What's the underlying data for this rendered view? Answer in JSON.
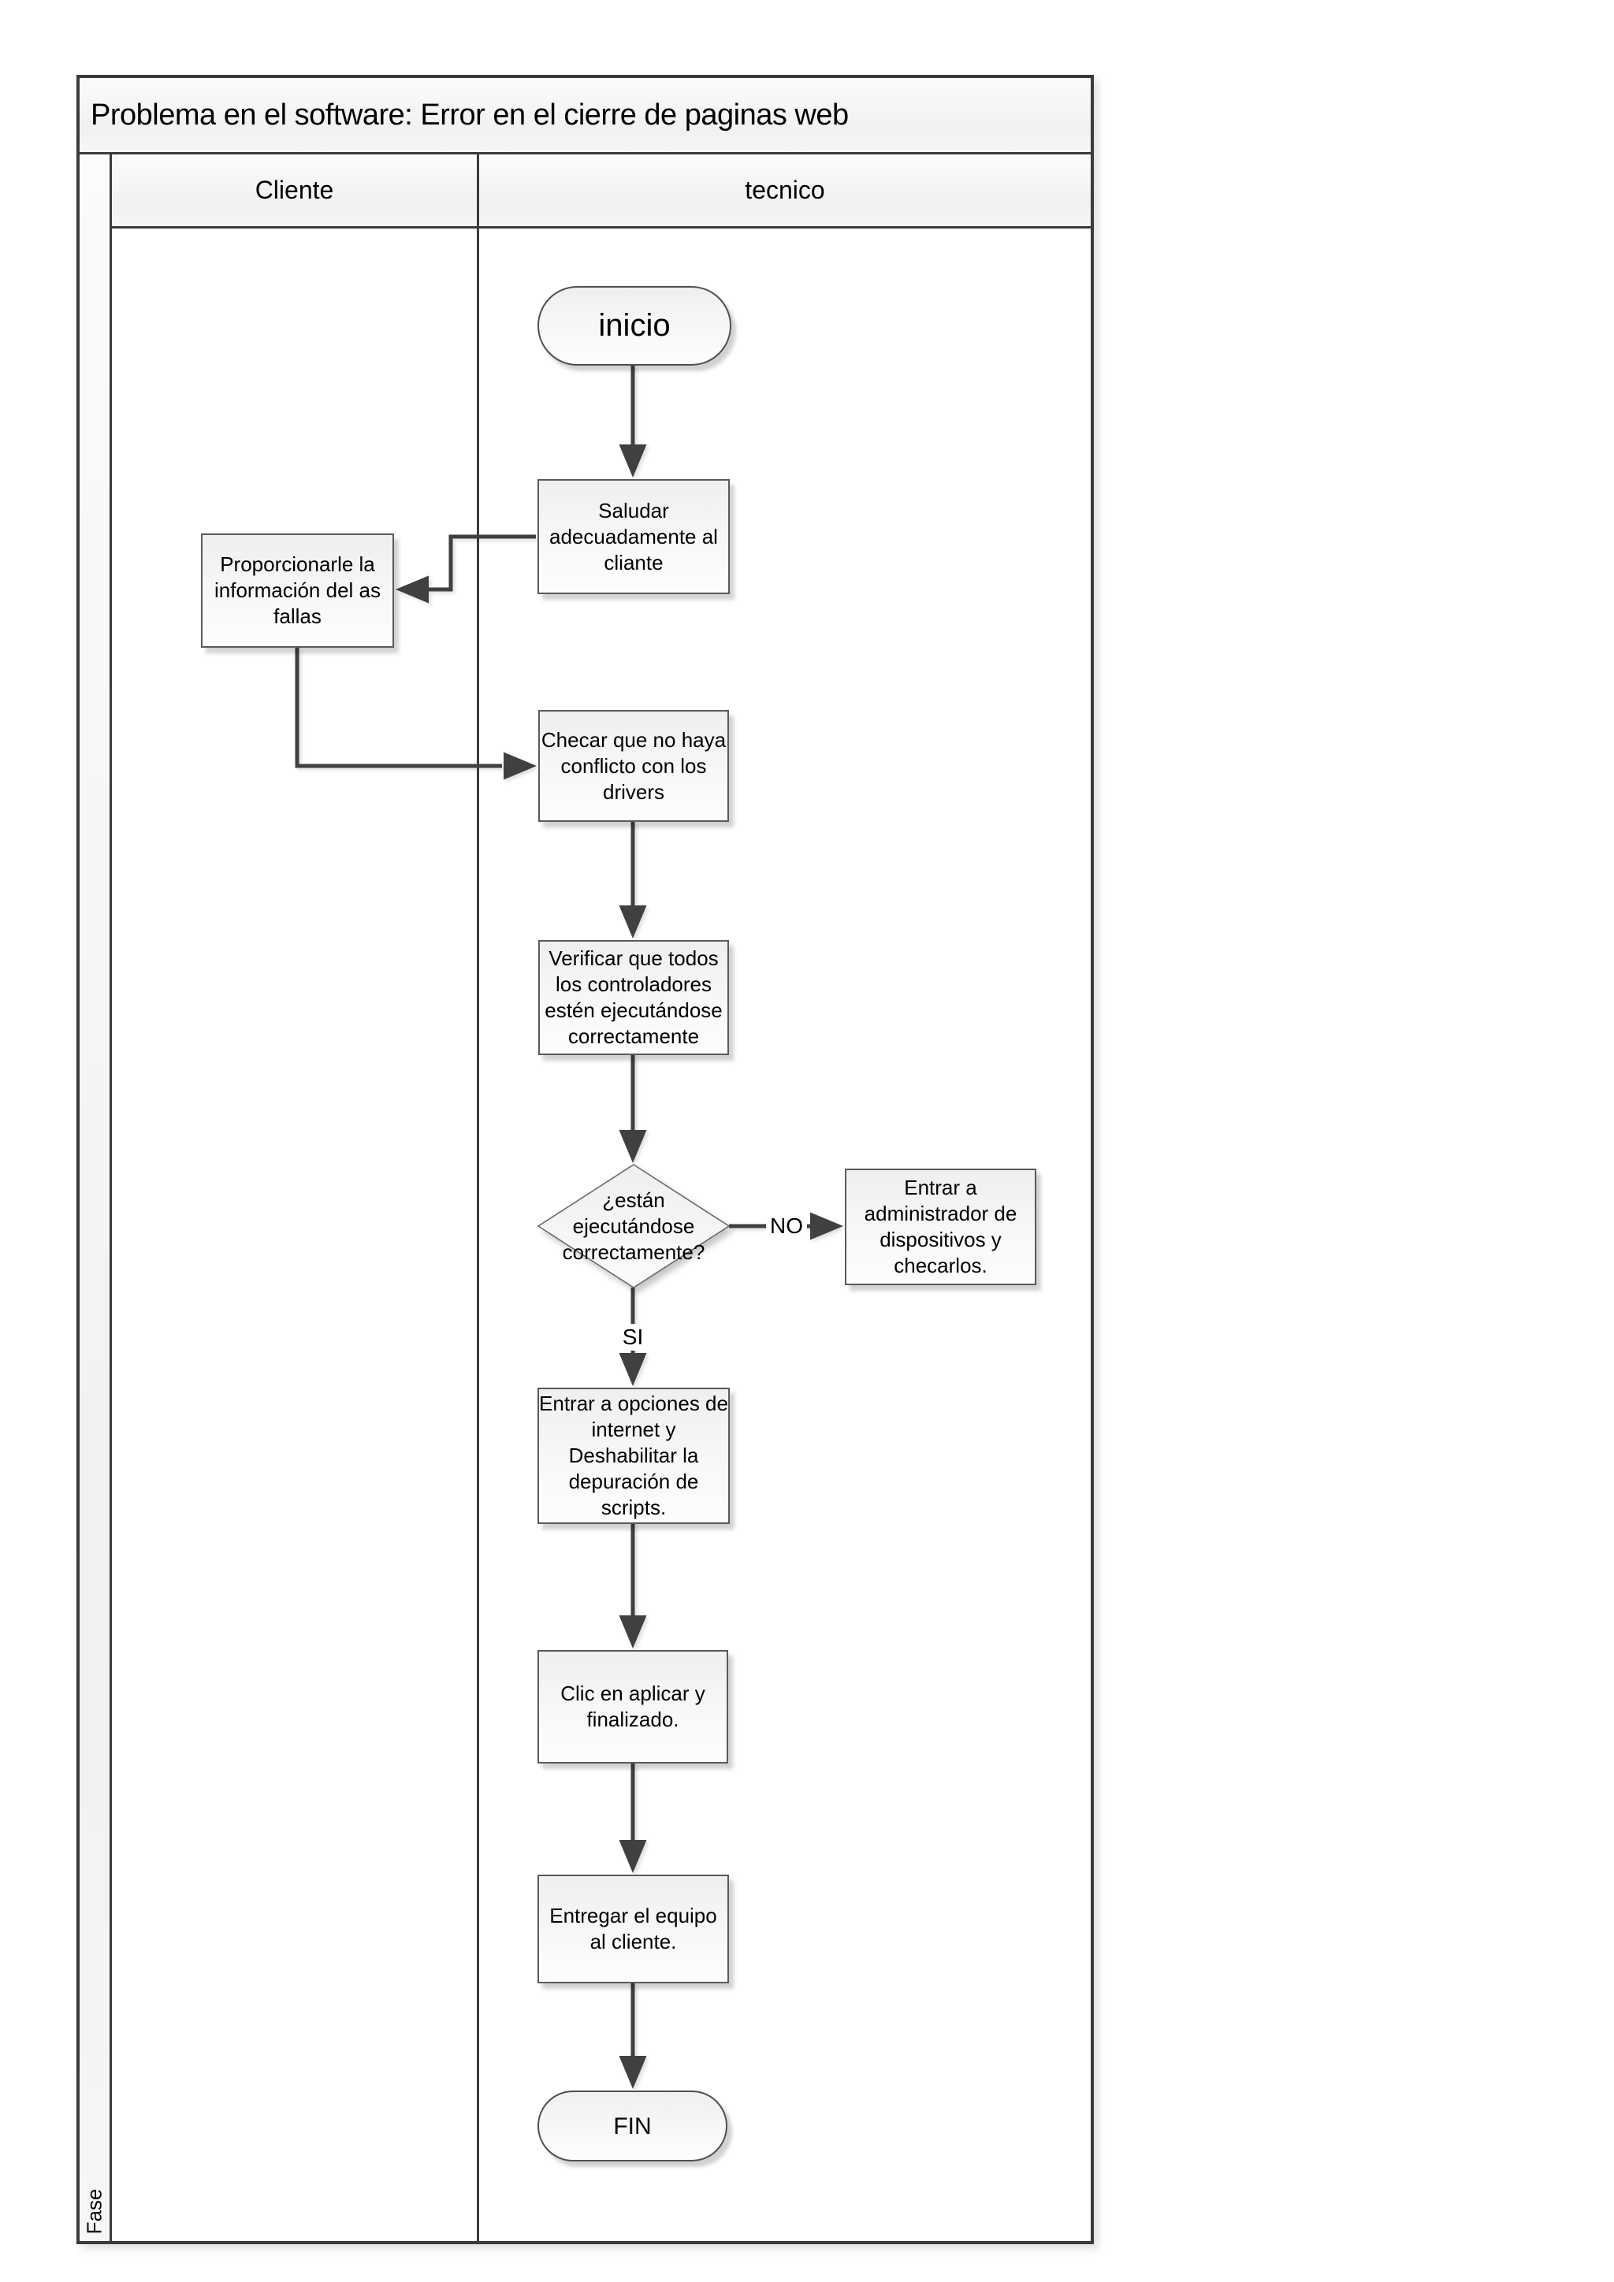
{
  "title": "Problema en el software: Error en el cierre de paginas web",
  "swimlanes": {
    "phase_label": "Fase",
    "lane1": "Cliente",
    "lane2": "tecnico"
  },
  "nodes": {
    "start": "inicio",
    "saludar": "Saludar\nadecuadamente al\ncliante",
    "proporcionar": "Proporcionarle la\ninformación del as\nfallas",
    "checar": "Checar que no haya\nconflicto con los\ndrivers",
    "verificar": "Verificar que todos\nlos controladores\nestén ejecutándose\ncorrectamente",
    "decision": "¿están\nejecutándose\ncorrectamente?",
    "admin": "Entrar a\nadministrador de\ndispositivos y\nchecarlos.",
    "opciones": "Entrar a opciones de\ninternet y\nDeshabilitar la\ndepuración de\nscripts.",
    "aplicar": "Clic en aplicar y\nfinalizado.",
    "entregar": "Entregar el equipo\nal cliente.",
    "end": "FIN"
  },
  "edge_labels": {
    "no": "NO",
    "si": "SI"
  },
  "colors": {
    "frame_border": "#3b3b3b",
    "shape_border": "#5a5a5a",
    "arrow": "#404040",
    "text": "#000000",
    "shape_fill_top": "#efefef",
    "shape_fill_bottom": "#fdfdfd"
  }
}
